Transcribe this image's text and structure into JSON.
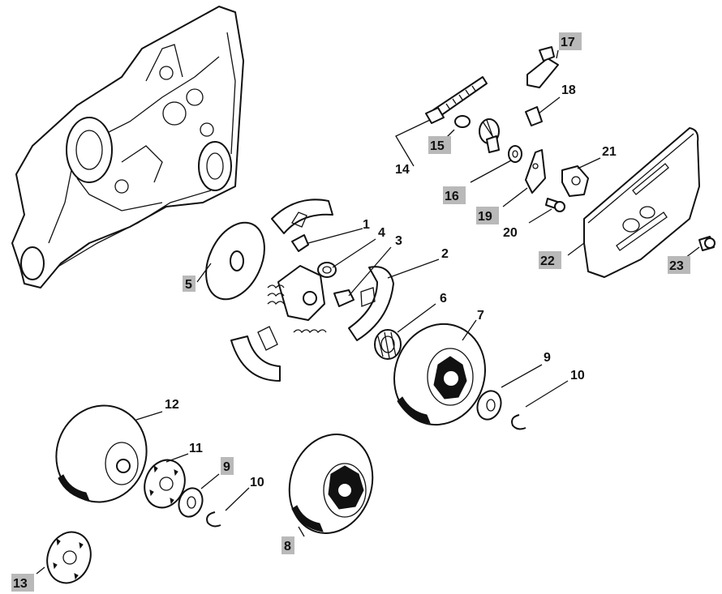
{
  "callouts": [
    {
      "id": "c1",
      "text": "1",
      "boxed": false
    },
    {
      "id": "c2",
      "text": "2",
      "boxed": false
    },
    {
      "id": "c3",
      "text": "3",
      "boxed": false
    },
    {
      "id": "c4",
      "text": "4",
      "boxed": false
    },
    {
      "id": "c5",
      "text": "5",
      "boxed": true
    },
    {
      "id": "c6",
      "text": "6",
      "boxed": false
    },
    {
      "id": "c7",
      "text": "7",
      "boxed": false
    },
    {
      "id": "c8",
      "text": "8",
      "boxed": true
    },
    {
      "id": "c9a",
      "text": "9",
      "boxed": false
    },
    {
      "id": "c9b",
      "text": "9",
      "boxed": true
    },
    {
      "id": "c10a",
      "text": "10",
      "boxed": false
    },
    {
      "id": "c10b",
      "text": "10",
      "boxed": false
    },
    {
      "id": "c11",
      "text": "11",
      "boxed": false
    },
    {
      "id": "c12",
      "text": "12",
      "boxed": false
    },
    {
      "id": "c13",
      "text": "13",
      "boxed": true
    },
    {
      "id": "c14",
      "text": "14",
      "boxed": false
    },
    {
      "id": "c15",
      "text": "15",
      "boxed": true
    },
    {
      "id": "c16",
      "text": "16",
      "boxed": true
    },
    {
      "id": "c17",
      "text": "17",
      "boxed": true
    },
    {
      "id": "c18",
      "text": "18",
      "boxed": false
    },
    {
      "id": "c19",
      "text": "19",
      "boxed": true
    },
    {
      "id": "c20",
      "text": "20",
      "boxed": false
    },
    {
      "id": "c21",
      "text": "21",
      "boxed": false
    },
    {
      "id": "c22",
      "text": "22",
      "boxed": true
    },
    {
      "id": "c23",
      "text": "23",
      "boxed": true
    }
  ]
}
